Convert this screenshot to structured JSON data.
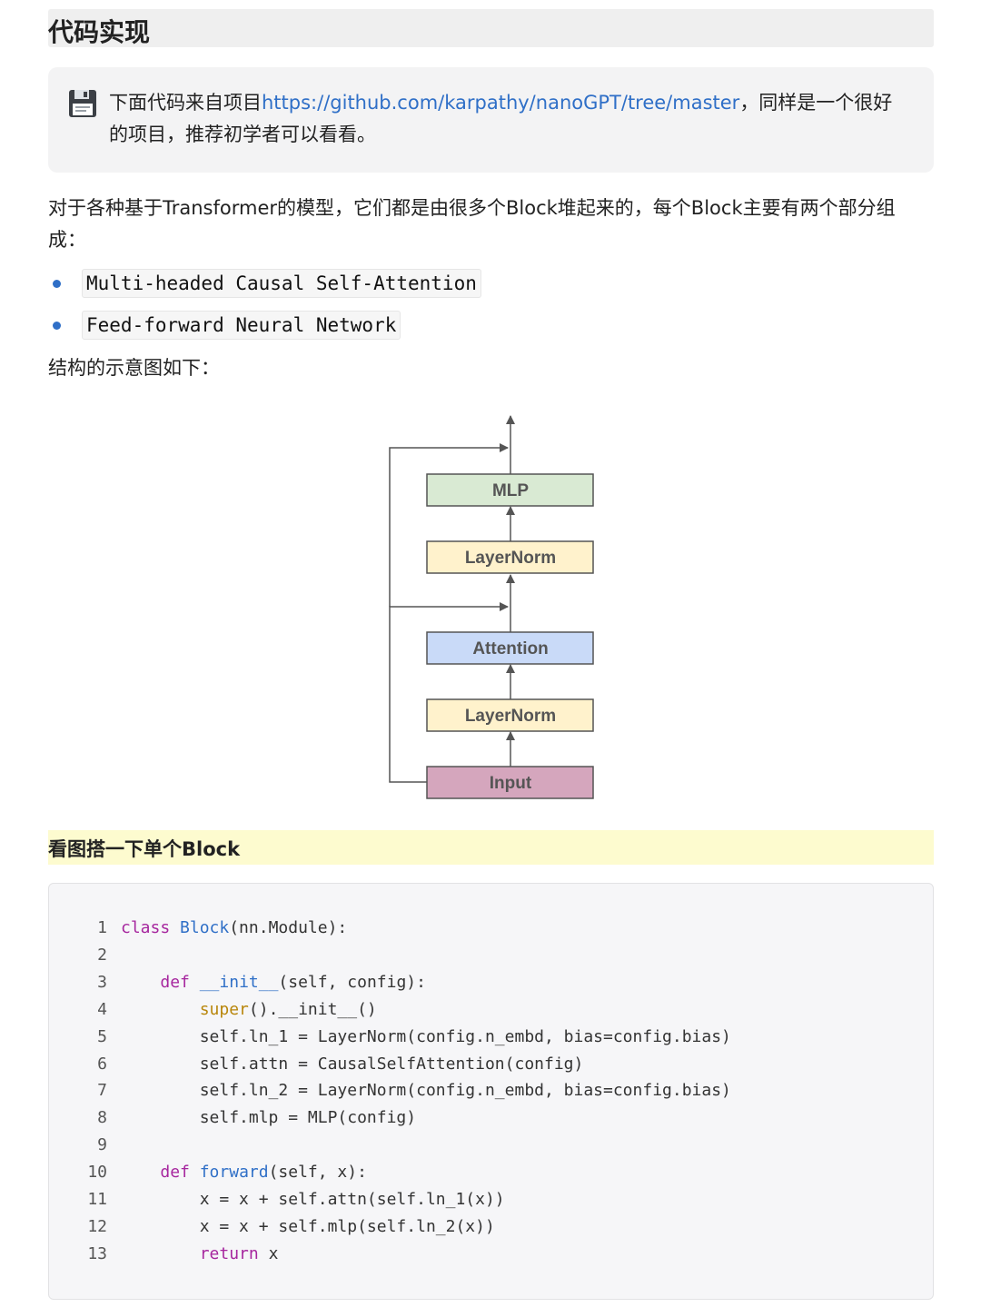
{
  "heading": "代码实现",
  "note": {
    "icon": "floppy-disk-icon",
    "prefix": "下面代码来自项目",
    "link": "https://github.com/karpathy/nanoGPT/tree/master",
    "suffix": "，同样是一个很好的项目，推荐初学者可以看看。"
  },
  "intro": "对于各种基于Transformer的模型，它们都是由很多个Block堆起来的，每个Block主要有两个部分组成：",
  "bullets": [
    "Multi-headed Causal Self-Attention",
    "Feed-forward Neural Network"
  ],
  "diagram_intro": "结构的示意图如下：",
  "diagram": {
    "blocks": [
      {
        "label": "MLP",
        "color": "#d9ead3"
      },
      {
        "label": "LayerNorm",
        "color": "#fff2cc"
      },
      {
        "label": "Attention",
        "color": "#c9daf8"
      },
      {
        "label": "LayerNorm",
        "color": "#fff2cc"
      },
      {
        "label": "Input",
        "color": "#d5a6bd"
      }
    ]
  },
  "subheading": "看图搭一下单个Block",
  "code": {
    "lines": [
      {
        "n": "1",
        "tokens": [
          {
            "t": "class ",
            "c": "kw"
          },
          {
            "t": "Block",
            "c": "fn"
          },
          {
            "t": "(nn.Module):",
            "c": ""
          }
        ]
      },
      {
        "n": "2",
        "tokens": []
      },
      {
        "n": "3",
        "tokens": [
          {
            "t": "    ",
            "c": ""
          },
          {
            "t": "def ",
            "c": "kw"
          },
          {
            "t": "__init__",
            "c": "fn"
          },
          {
            "t": "(self, config):",
            "c": ""
          }
        ]
      },
      {
        "n": "4",
        "tokens": [
          {
            "t": "        ",
            "c": ""
          },
          {
            "t": "super",
            "c": "bi"
          },
          {
            "t": "().__init__()",
            "c": ""
          }
        ]
      },
      {
        "n": "5",
        "tokens": [
          {
            "t": "        self.ln_1 = LayerNorm(config.n_embd, bias=config.bias)",
            "c": ""
          }
        ]
      },
      {
        "n": "6",
        "tokens": [
          {
            "t": "        self.attn = CausalSelfAttention(config)",
            "c": ""
          }
        ]
      },
      {
        "n": "7",
        "tokens": [
          {
            "t": "        self.ln_2 = LayerNorm(config.n_embd, bias=config.bias)",
            "c": ""
          }
        ]
      },
      {
        "n": "8",
        "tokens": [
          {
            "t": "        self.mlp = MLP(config)",
            "c": ""
          }
        ]
      },
      {
        "n": "9",
        "tokens": []
      },
      {
        "n": "10",
        "tokens": [
          {
            "t": "    ",
            "c": ""
          },
          {
            "t": "def ",
            "c": "kw"
          },
          {
            "t": "forward",
            "c": "fn"
          },
          {
            "t": "(self, x):",
            "c": ""
          }
        ]
      },
      {
        "n": "11",
        "tokens": [
          {
            "t": "        x = x + self.attn(self.ln_1(x))",
            "c": ""
          }
        ]
      },
      {
        "n": "12",
        "tokens": [
          {
            "t": "        x = x + self.mlp(self.ln_2(x))",
            "c": ""
          }
        ]
      },
      {
        "n": "13",
        "tokens": [
          {
            "t": "        ",
            "c": ""
          },
          {
            "t": "return",
            "c": "kw"
          },
          {
            "t": " x",
            "c": ""
          }
        ]
      }
    ]
  }
}
